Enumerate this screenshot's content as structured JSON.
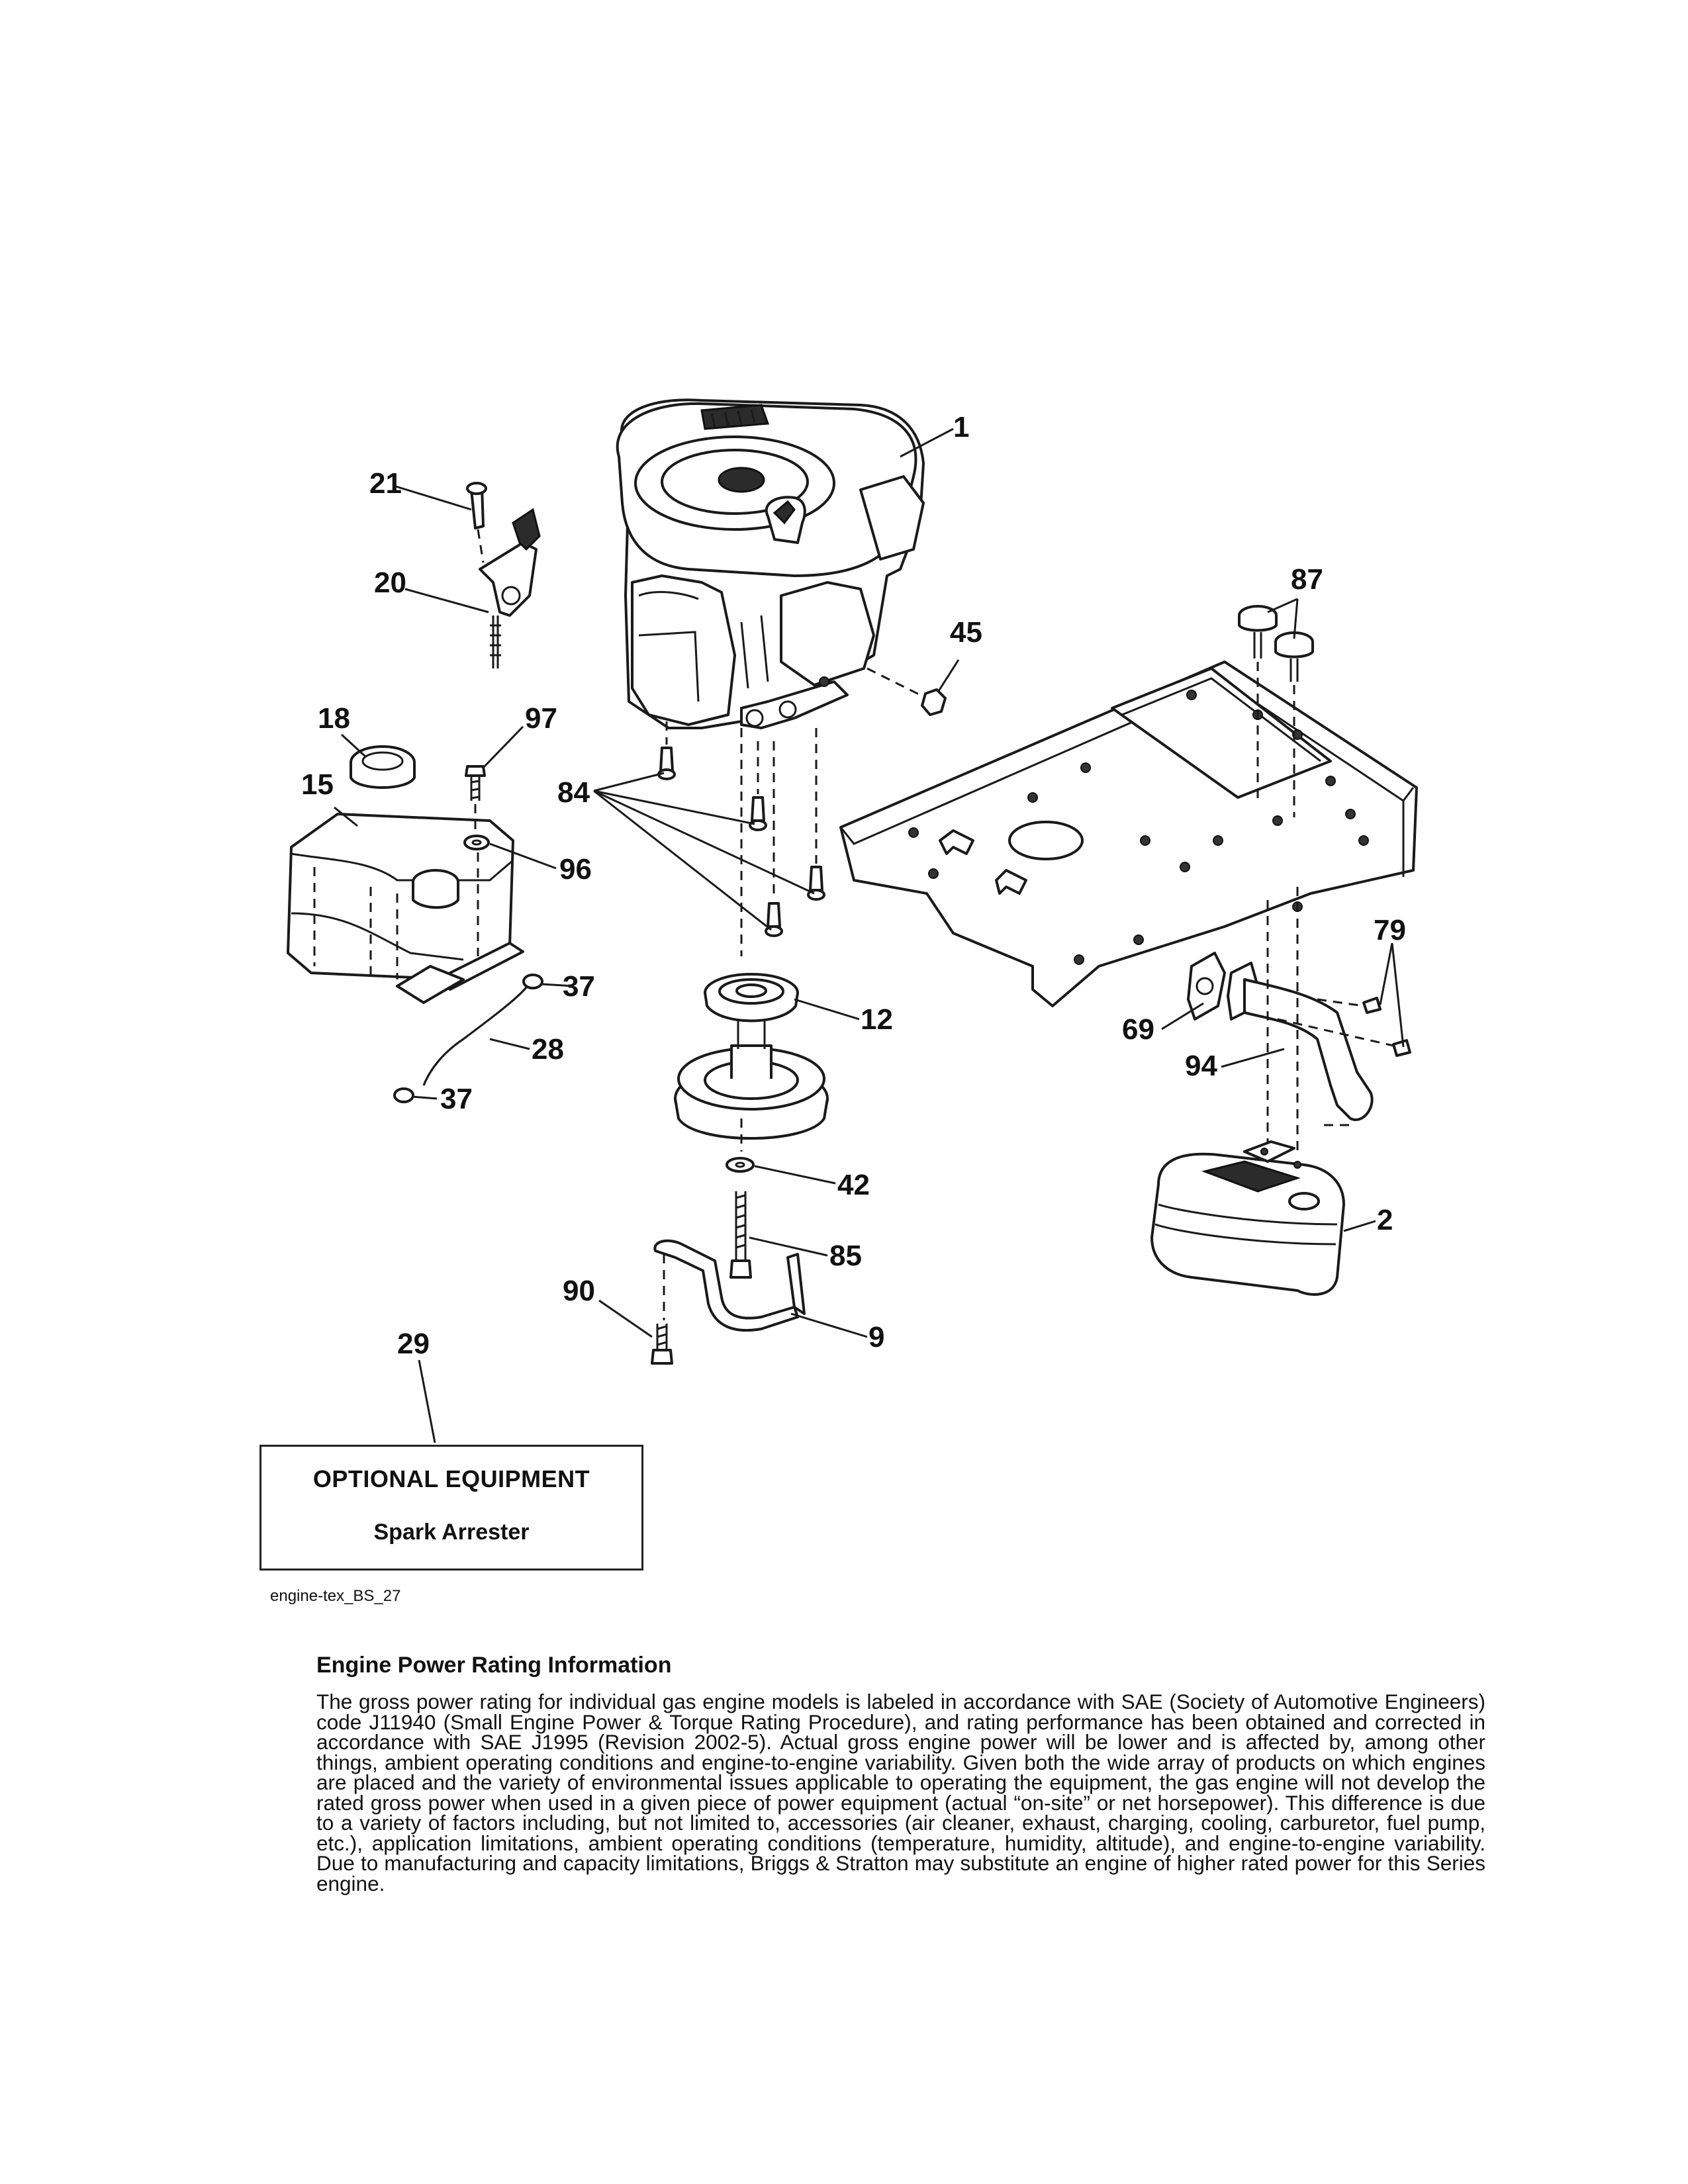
{
  "callouts": {
    "c1": "1",
    "c2": "2",
    "c9": "9",
    "c12": "12",
    "c15": "15",
    "c18": "18",
    "c20": "20",
    "c21": "21",
    "c28": "28",
    "c29": "29",
    "c37a": "37",
    "c37b": "37",
    "c42": "42",
    "c45": "45",
    "c69": "69",
    "c79": "79",
    "c84": "84",
    "c85": "85",
    "c87": "87",
    "c90": "90",
    "c94": "94",
    "c96": "96",
    "c97": "97"
  },
  "optional_box": {
    "title": "OPTIONAL EQUIPMENT",
    "item": "Spark Arrester"
  },
  "drawing_code": "engine-tex_BS_27",
  "rating": {
    "heading": "Engine Power Rating Information",
    "body": "The gross power rating for individual gas engine models is labeled in accordance with SAE (Society of Automotive Engineers) code J11940 (Small Engine Power & Torque Rating Procedure), and rating performance has been obtained and corrected in accordance with SAE J1995 (Revision 2002-5). Actual gross engine power will be lower and is affected by, among other things, ambient operating conditions and engine-to-engine variability. Given both the wide array of products on which engines are placed and the variety of environmental issues applicable to operating the equipment, the gas engine will not develop the rated gross power when used in a given piece of power equipment (actual “on-site” or net horsepower). This difference is due to a variety of factors including, but not limited to, accessories (air cleaner, exhaust, charging, cooling, carburetor, fuel pump, etc.), application limitations, ambient operating conditions (temperature, humidity, altitude), and engine-to-engine variability. Due to manufacturing and capacity limitations, Briggs & Stratton may substitute an engine of higher rated power for this Series engine."
  }
}
